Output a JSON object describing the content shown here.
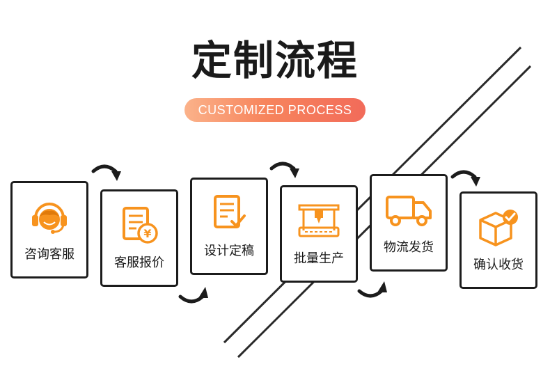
{
  "header": {
    "title": "定制流程",
    "subtitle": "CUSTOMIZED PROCESS"
  },
  "colors": {
    "accent": "#f7931e",
    "border": "#1c1c1c",
    "pill_start": "#fbb28a",
    "pill_end": "#f26b5a"
  },
  "steps": [
    {
      "label": "咨询客服",
      "icon": "customer-service-headset-icon"
    },
    {
      "label": "客服报价",
      "icon": "price-quote-document-icon"
    },
    {
      "label": "设计定稿",
      "icon": "design-document-check-icon"
    },
    {
      "label": "批量生产",
      "icon": "production-machine-icon"
    },
    {
      "label": "物流发货",
      "icon": "delivery-truck-icon"
    },
    {
      "label": "确认收货",
      "icon": "package-received-icon"
    }
  ]
}
